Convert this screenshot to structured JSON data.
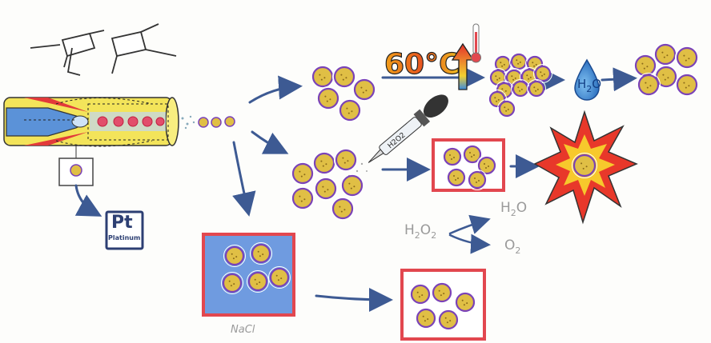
{
  "labels": {
    "temperature": "60°C",
    "drop_h2o": "H",
    "drop_h2o_sub": "2",
    "drop_h2o_o": "O",
    "dropper": "H2O2",
    "pt_symbol": "Pt",
    "pt_name": "Platinum",
    "reaction_reactant": "H",
    "reaction_reactant_sub1": "2",
    "reaction_reactant_o": "O",
    "reaction_reactant_sub2": "2",
    "product_water": "H",
    "product_water_sub": "2",
    "product_water_o": "O",
    "product_oxygen": "O",
    "product_oxygen_sub": "2",
    "salt": "NaCl"
  },
  "colors": {
    "arrow": "#3d5a93",
    "particle_core": "#e0bf45",
    "particle_ring": "#7a42b8",
    "box_border": "#e2474f",
    "salt_fill": "#6f9be0"
  }
}
